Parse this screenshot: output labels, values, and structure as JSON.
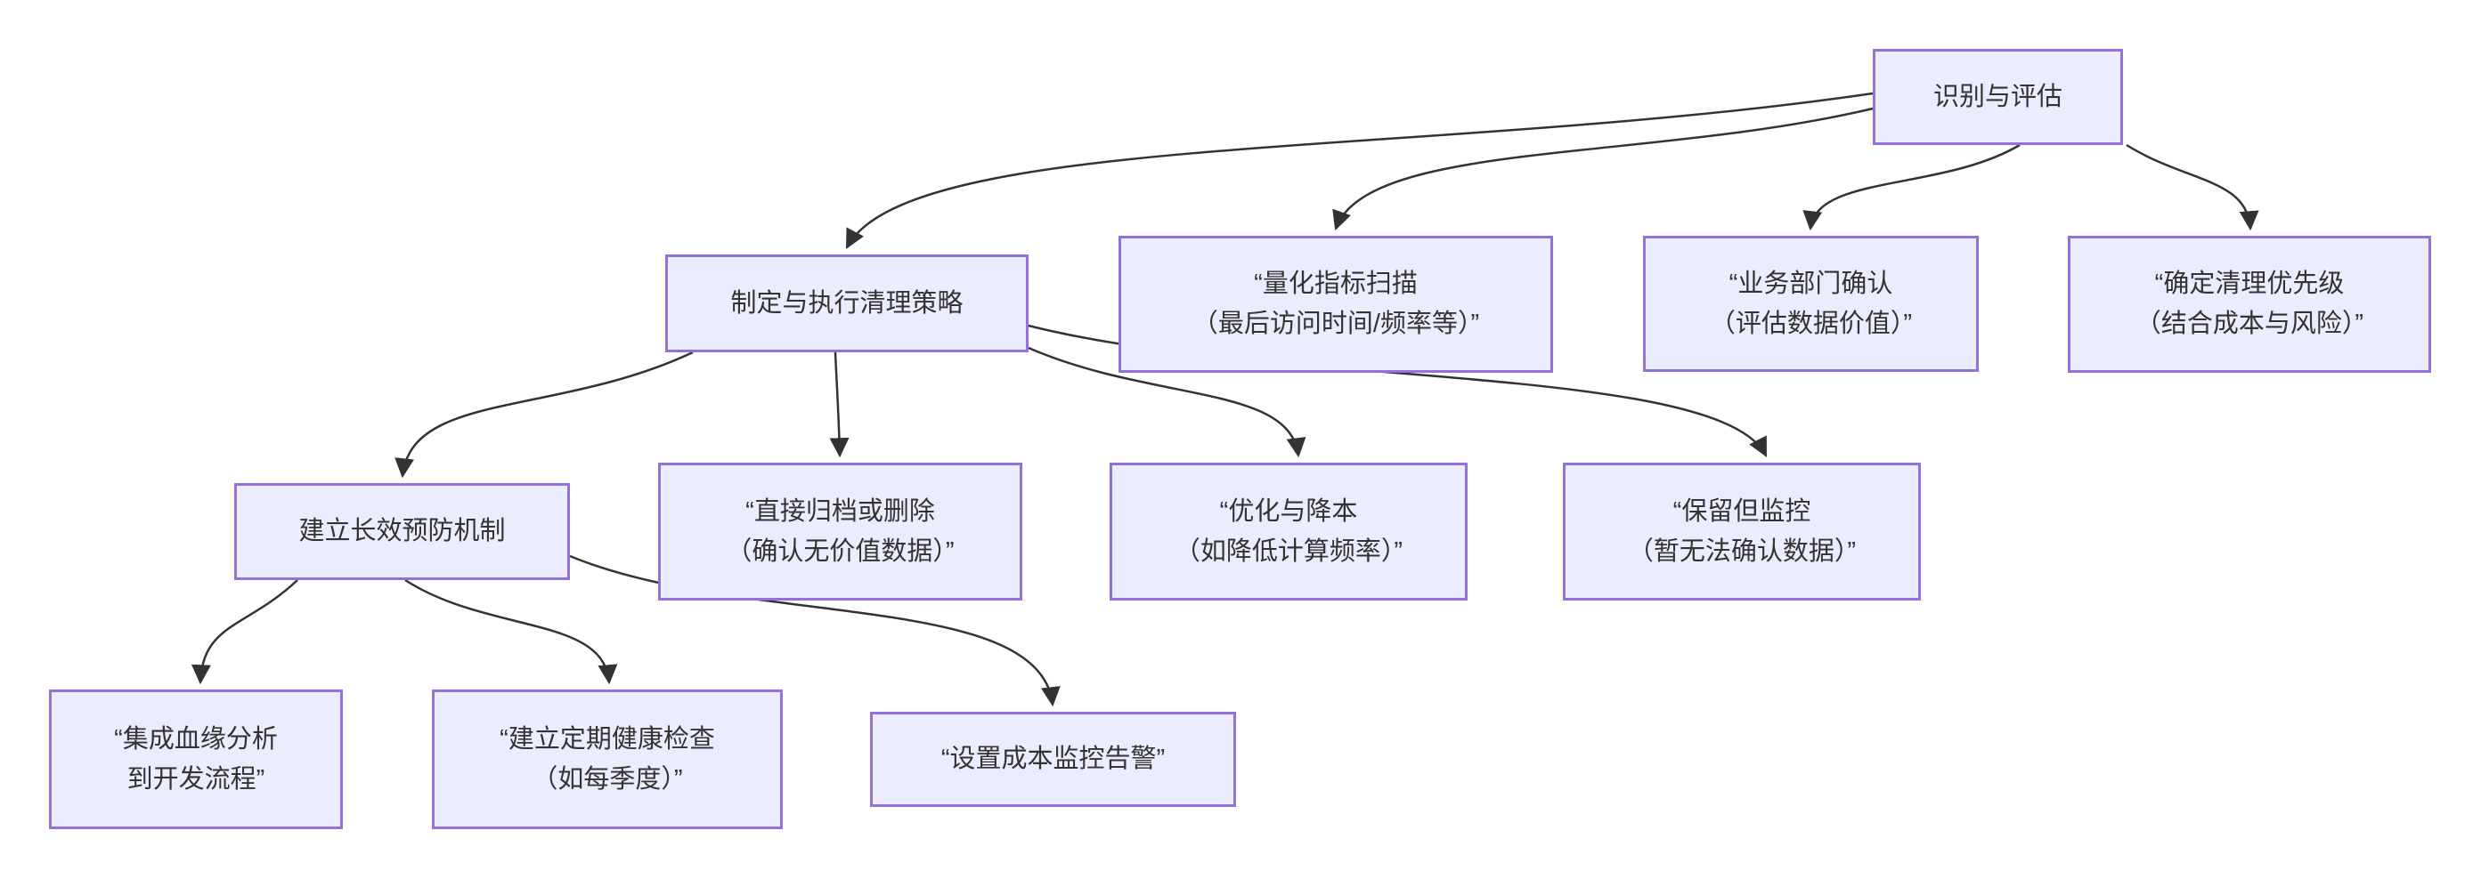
{
  "diagram": {
    "type": "flowchart",
    "direction": "top-down",
    "colors": {
      "node_fill": "#ECECFF",
      "node_border": "#9370DB",
      "edge_color": "#333333",
      "text_color": "#333333",
      "background": "#FFFFFF"
    },
    "nodes": [
      {
        "id": "identify",
        "label": "识别与评估"
      },
      {
        "id": "strategy",
        "label": "制定与执行清理策略"
      },
      {
        "id": "scan",
        "label": "“量化指标扫描\n（最后访问时间/频率等）”"
      },
      {
        "id": "confirm",
        "label": "“业务部门确认\n（评估数据价值）”"
      },
      {
        "id": "priority",
        "label": "“确定清理优先级\n（结合成本与风险）”"
      },
      {
        "id": "prevention",
        "label": "建立长效预防机制"
      },
      {
        "id": "archive",
        "label": "“直接归档或删除\n（确认无价值数据）”"
      },
      {
        "id": "optimize",
        "label": "“优化与降本\n（如降低计算频率）”"
      },
      {
        "id": "retain",
        "label": "“保留但监控\n（暂无法确认数据）”"
      },
      {
        "id": "lineage",
        "label": "“集成血缘分析\n到开发流程”"
      },
      {
        "id": "health",
        "label": "“建立定期健康检查\n（如每季度）”"
      },
      {
        "id": "alert",
        "label": "“设置成本监控告警”"
      }
    ],
    "edges": [
      {
        "from": "identify",
        "to": "strategy"
      },
      {
        "from": "identify",
        "to": "scan"
      },
      {
        "from": "identify",
        "to": "confirm"
      },
      {
        "from": "identify",
        "to": "priority"
      },
      {
        "from": "strategy",
        "to": "prevention"
      },
      {
        "from": "strategy",
        "to": "archive"
      },
      {
        "from": "strategy",
        "to": "optimize"
      },
      {
        "from": "strategy",
        "to": "retain"
      },
      {
        "from": "prevention",
        "to": "lineage"
      },
      {
        "from": "prevention",
        "to": "health"
      },
      {
        "from": "prevention",
        "to": "alert"
      }
    ]
  }
}
